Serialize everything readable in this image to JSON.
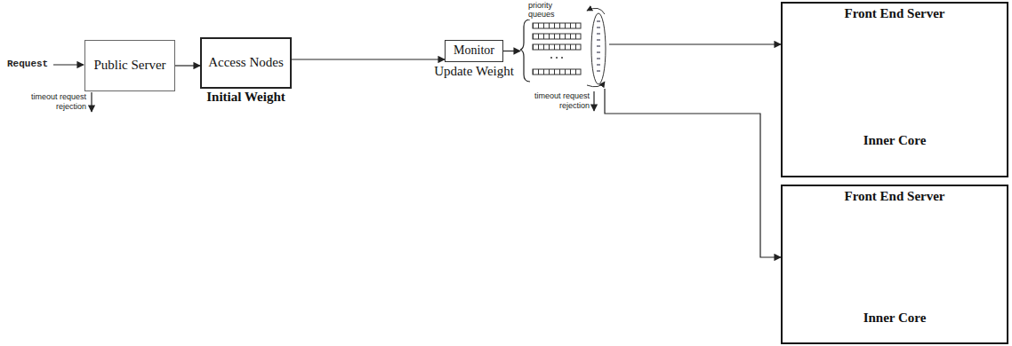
{
  "diagram": {
    "nodes": [
      {
        "text": [
          "Public Server"
        ]
      },
      {
        "text": [
          "Access Nodes",
          "Initial Weight"
        ]
      },
      {
        "text": [
          "Monitor",
          "Update Weight"
        ]
      },
      {
        "text": [
          "priority queues"
        ]
      },
      {
        "text": [
          "Front End Server",
          "Inner Core"
        ]
      },
      {
        "text": [
          "Front End Server",
          "Inner Core"
        ]
      }
    ],
    "edges": [
      {
        "from": 0,
        "to": 1,
        "arrow": "to"
      },
      {
        "from": 1,
        "to": 2,
        "arrow": "to"
      },
      {
        "from": 2,
        "to": 3,
        "arrow": "to"
      },
      {
        "from": 3,
        "to": 4,
        "arrow": "to"
      },
      {
        "from": 3,
        "to": 5,
        "arrow": "to"
      }
    ],
    "labels": [
      "Request",
      "timeout request rejection",
      "timeout request rejection"
    ]
  }
}
